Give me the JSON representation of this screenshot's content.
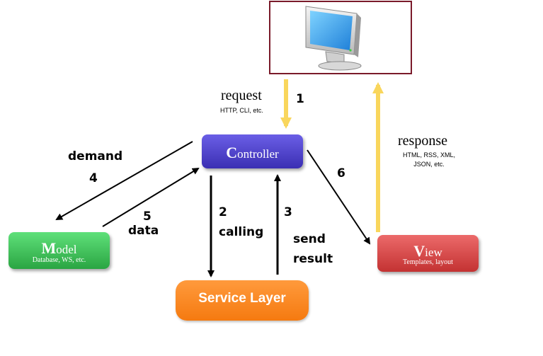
{
  "request": {
    "label": "request",
    "sub": "HTTP, CLI, etc.",
    "step": "1"
  },
  "response": {
    "label": "response",
    "sub_line1": "HTML, RSS, XML,",
    "sub_line2": "JSON, etc."
  },
  "controller": {
    "initial": "C",
    "rest": "ontroller"
  },
  "model": {
    "initial": "M",
    "rest": "odel",
    "sub": "Database, WS, etc."
  },
  "view": {
    "initial": "V",
    "rest": "iew",
    "sub": "Templates, layout"
  },
  "service_layer": {
    "label": "Service Layer"
  },
  "edges": {
    "demand_label": "demand",
    "demand_step": "4",
    "data_step": "5",
    "data_label": "data",
    "calling_step": "2",
    "calling_label": "calling",
    "send_step": "3",
    "send_label_line1": "send",
    "send_label_line2": "result",
    "view_step": "6"
  },
  "colors": {
    "controller": "#4a3fd1",
    "model": "#34b84f",
    "view": "#d84444",
    "service_layer": "#f7861f",
    "arrow_yellow": "#f9d65c",
    "monitor_frame": "#7a1a2a"
  },
  "icons": {
    "monitor": "computer-monitor-icon"
  }
}
